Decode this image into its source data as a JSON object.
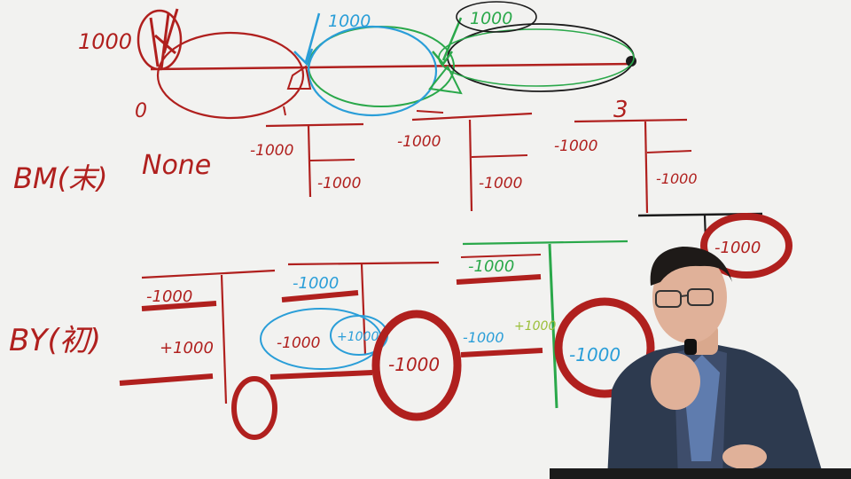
{
  "timeline": {
    "amount_top": "1000",
    "start_label": "0",
    "end_label": "3",
    "cashflows": [
      "1000",
      "1000",
      "1000"
    ]
  },
  "row_bm": {
    "label": "BM(末)",
    "first": "None",
    "t_accounts": [
      {
        "left": "-1000",
        "right": "-1000"
      },
      {
        "left": "-1000",
        "right": "-1000"
      },
      {
        "left": "-1000",
        "right": "-1000"
      }
    ]
  },
  "row_by": {
    "label": "BY(初)",
    "t_accounts": [
      {
        "left_top": "-1000",
        "left_bottom": "+1000"
      },
      {
        "left_top": "-1000",
        "left_mid": "-1000",
        "left_mid2": "+1000",
        "right": "-1000"
      },
      {
        "left_top": "-1000",
        "left_mid": "-1000",
        "left_mid2": "+1000",
        "right": "-1000"
      },
      {
        "left_top": "-1000"
      }
    ]
  },
  "colors": {
    "red": "#b0201e",
    "dark_red": "#8e1715",
    "blue": "#2a9ed8",
    "green": "#2aa84a",
    "black": "#1b1b1b",
    "suit": "#2d3a4f"
  }
}
